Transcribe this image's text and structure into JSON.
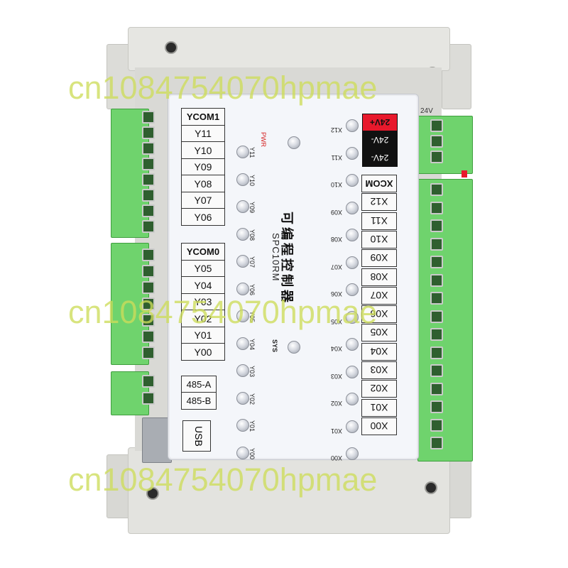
{
  "watermark": "cn1084754070hpmae",
  "left_labels_top": [
    "YCOM1",
    "Y11",
    "Y10",
    "Y09",
    "Y08",
    "Y07",
    "Y06"
  ],
  "left_labels_mid": [
    "YCOM0",
    "Y05",
    "Y04",
    "Y03",
    "Y02",
    "Y01",
    "Y00"
  ],
  "left_labels_bus": [
    "485-A",
    "485-B"
  ],
  "usb_label": "USB",
  "pwr_label": "PWR",
  "sys_label": "SYS",
  "title_cn": "可编程控制器",
  "model": "SPC10RM",
  "y_led_tags": [
    "Y11",
    "Y10",
    "Y09",
    "Y08",
    "Y07",
    "Y06",
    "Y05",
    "Y04",
    "Y03",
    "Y02",
    "Y01",
    "Y00"
  ],
  "x_led_tags": [
    "X12",
    "X11",
    "X10",
    "X09",
    "X08",
    "X07",
    "X06",
    "X05",
    "X04",
    "X03",
    "X02",
    "X01",
    "X00"
  ],
  "power_labels": [
    "24V+",
    "24V-",
    "24V-"
  ],
  "right_labels": [
    "XCOM",
    "X12",
    "X11",
    "X10",
    "X09",
    "X08",
    "X07",
    "X06",
    "X05",
    "X04",
    "X03",
    "X02",
    "X01",
    "X00"
  ],
  "connector_print": "24V",
  "colors": {
    "terminal_green": "#6fd36d",
    "panel": "#f4f6fa",
    "housing": "#e6e6e2",
    "power_red": "#e8192c"
  }
}
